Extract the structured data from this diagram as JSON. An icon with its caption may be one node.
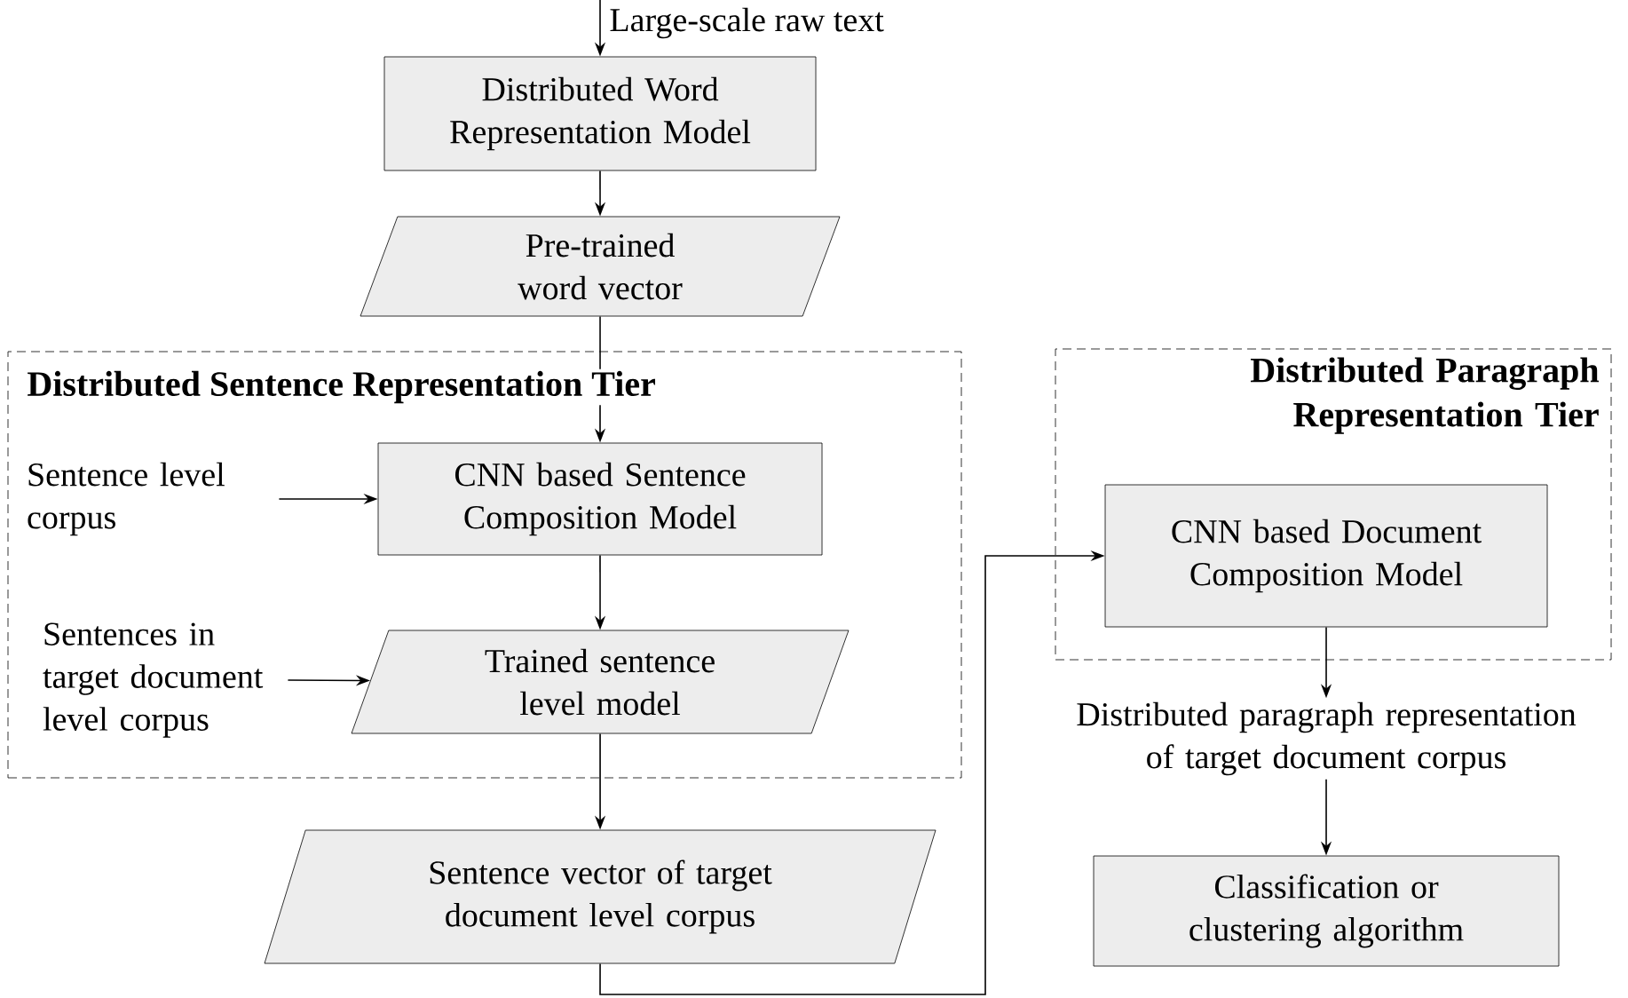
{
  "diagram": {
    "nodes": [
      {
        "text": [
          "Distributed Word Representation Model"
        ]
      },
      {
        "text": [
          "Pre-trained word vector"
        ]
      },
      {
        "text": [
          "Distributed Sentence Representation Tier"
        ]
      },
      {
        "text": [
          "Sentence level corpus"
        ],
        "in": 2
      },
      {
        "text": [
          "CNN based Sentence Composition Model"
        ],
        "in": 2
      },
      {
        "text": [
          "Sentences in target document level corpus"
        ],
        "in": 2
      },
      {
        "text": [
          "Trained sentence level model"
        ],
        "in": 2
      },
      {
        "text": [
          "Distributed Paragraph Representation Tier"
        ]
      },
      {
        "text": [
          "CNN based Document Composition Model"
        ],
        "in": 7
      },
      {
        "text": [
          "Sentence vector of target document level corpus"
        ]
      },
      {
        "text": [
          "Distributed paragraph representation of target document corpus"
        ]
      },
      {
        "text": [
          "Classification or clustering algorithm"
        ]
      }
    ],
    "edges": [
      {
        "from": null,
        "to": 0,
        "arrow": "to",
        "label": "Large-scale raw text"
      },
      {
        "from": 0,
        "to": 1,
        "arrow": "to"
      },
      {
        "from": 1,
        "to": 4,
        "arrow": "to"
      },
      {
        "from": 3,
        "to": 4,
        "arrow": "to"
      },
      {
        "from": 4,
        "to": 6,
        "arrow": "to"
      },
      {
        "from": 5,
        "to": 6,
        "arrow": "to"
      },
      {
        "from": 6,
        "to": 9,
        "arrow": "to"
      },
      {
        "from": 9,
        "to": 8,
        "arrow": "to"
      },
      {
        "from": 8,
        "to": 10,
        "arrow": "to"
      },
      {
        "from": 10,
        "to": 11,
        "arrow": "to"
      }
    ]
  }
}
